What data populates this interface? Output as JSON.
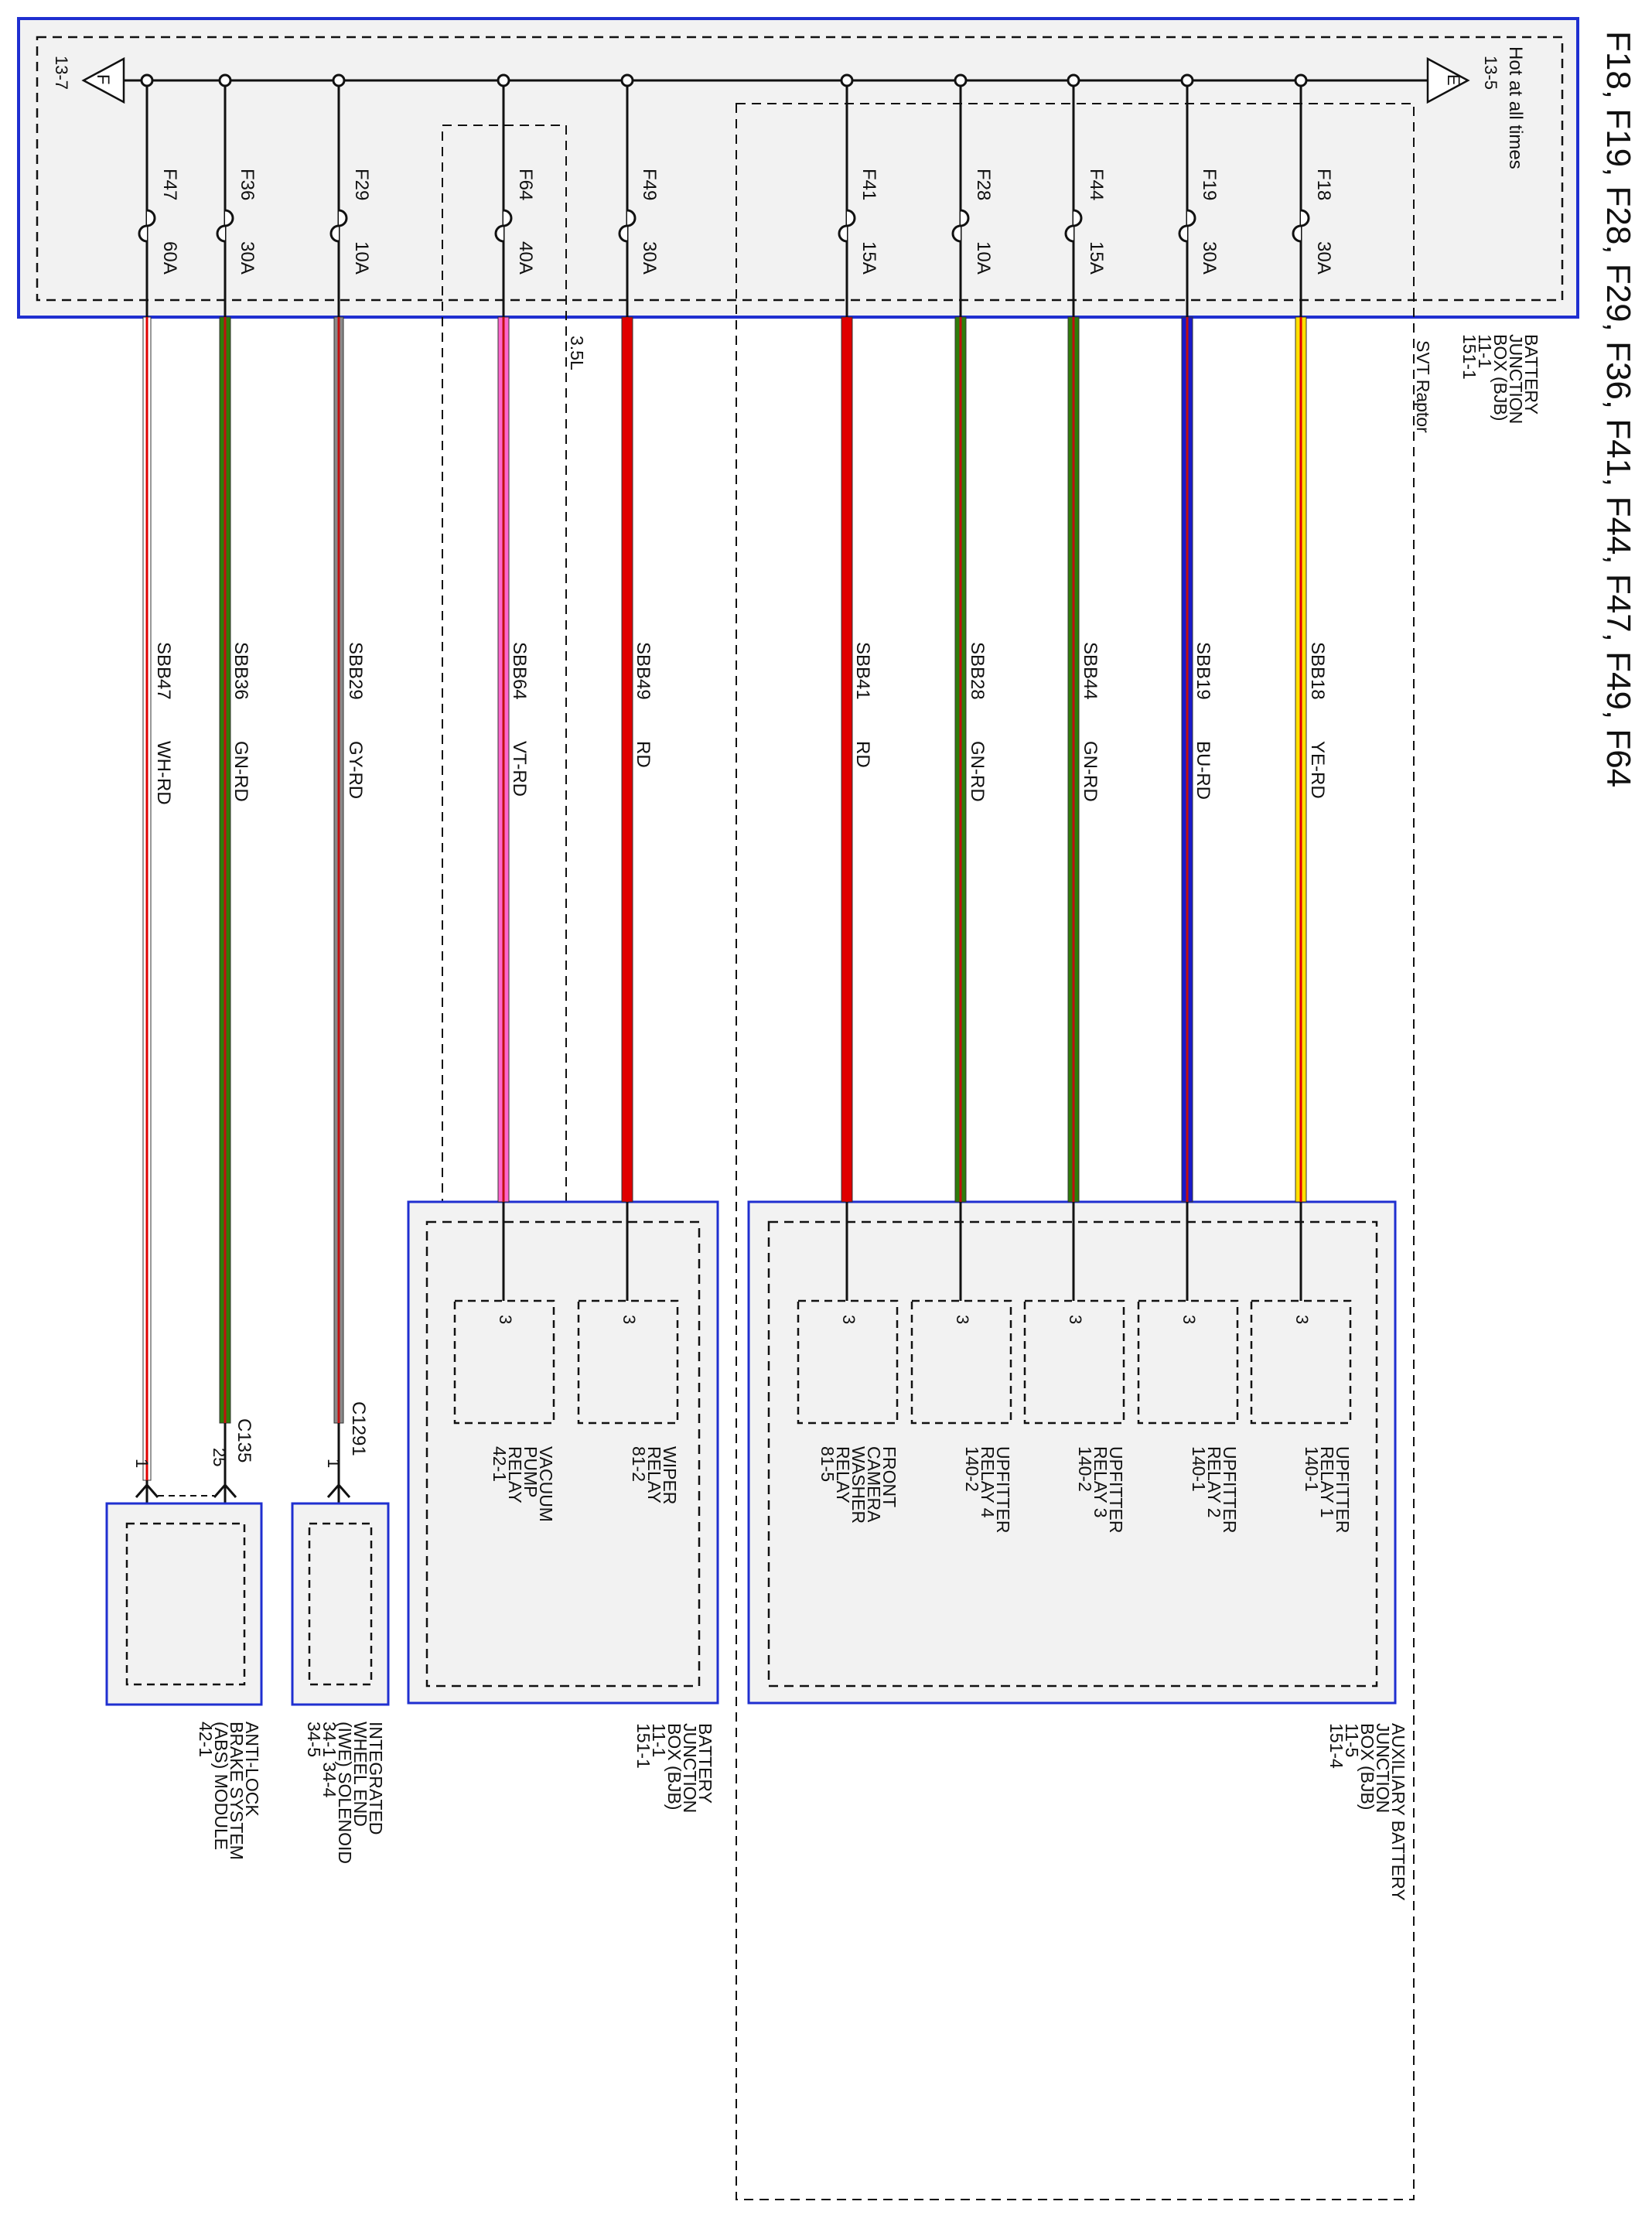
{
  "title": "F18, F19, F28, F29, F36, F41, F44, F47, F49, F64",
  "hot_label": "Hot at all times",
  "bjb_top": {
    "lines": [
      "BATTERY",
      "JUNCTION",
      "BOX (BJB)",
      "11-1",
      "151-1"
    ]
  },
  "svt_raptor_label": "SVT Raptor",
  "engine_3_5l_label": "3.5L",
  "ground_left": {
    "letter": "F",
    "ref": "13-7"
  },
  "ground_right": {
    "letter": "E",
    "ref": "13-5"
  },
  "circuits": [
    {
      "fuse": "F47",
      "amps": "60A",
      "circuit": "SBB47",
      "color_code": "WH-RD",
      "wire_colors": [
        "#ffffff",
        "#e00000"
      ]
    },
    {
      "fuse": "F36",
      "amps": "30A",
      "circuit": "SBB36",
      "color_code": "GN-RD",
      "wire_colors": [
        "#2e7d0a",
        "#c01010"
      ]
    },
    {
      "fuse": "F29",
      "amps": "10A",
      "circuit": "SBB29",
      "color_code": "GY-RD",
      "wire_colors": [
        "#8a8a8a",
        "#c01010"
      ]
    },
    {
      "fuse": "F64",
      "amps": "40A",
      "circuit": "SBB64",
      "color_code": "VT-RD",
      "wire_colors": [
        "#ff66cc",
        "#c01010"
      ]
    },
    {
      "fuse": "F49",
      "amps": "30A",
      "circuit": "SBB49",
      "color_code": "RD",
      "wire_colors": [
        "#e00000",
        "#e00000"
      ]
    },
    {
      "fuse": "F41",
      "amps": "15A",
      "circuit": "SBB41",
      "color_code": "RD",
      "wire_colors": [
        "#e00000",
        "#e00000"
      ]
    },
    {
      "fuse": "F28",
      "amps": "10A",
      "circuit": "SBB28",
      "color_code": "GN-RD",
      "wire_colors": [
        "#2e7d0a",
        "#c01010"
      ]
    },
    {
      "fuse": "F44",
      "amps": "15A",
      "circuit": "SBB44",
      "color_code": "GN-RD",
      "wire_colors": [
        "#2e7d0a",
        "#c01010"
      ]
    },
    {
      "fuse": "F19",
      "amps": "30A",
      "circuit": "SBB19",
      "color_code": "BU-RD",
      "wire_colors": [
        "#1a1acc",
        "#c01010"
      ]
    },
    {
      "fuse": "F18",
      "amps": "30A",
      "circuit": "SBB18",
      "color_code": "YE-RD",
      "wire_colors": [
        "#ffe000",
        "#e00000"
      ]
    }
  ],
  "relays": [
    {
      "pin": "3",
      "lines": [
        "VACUUM",
        "PUMP",
        "RELAY",
        "42-1"
      ]
    },
    {
      "pin": "3",
      "lines": [
        "WIPER",
        "RELAY",
        "81-2"
      ]
    },
    {
      "pin": "3",
      "lines": [
        "FRONT",
        "CAMERA",
        "WASHER",
        "RELAY",
        "81-5"
      ]
    },
    {
      "pin": "3",
      "lines": [
        "UPFITTER",
        "RELAY 4",
        "140-2"
      ]
    },
    {
      "pin": "3",
      "lines": [
        "UPFITTER",
        "RELAY 3",
        "140-2"
      ]
    },
    {
      "pin": "3",
      "lines": [
        "UPFITTER",
        "RELAY 2",
        "140-1"
      ]
    },
    {
      "pin": "3",
      "lines": [
        "UPFITTER",
        "RELAY 1",
        "140-1"
      ]
    }
  ],
  "bjb_bottom": {
    "lines": [
      "BATTERY",
      "JUNCTION",
      "BOX (BJB)",
      "11-1",
      "151-1"
    ]
  },
  "aux_bjb": {
    "lines": [
      "AUXILIARY BATTERY",
      "JUNCTION",
      "BOX (BJB)",
      "11-5",
      "151-4"
    ]
  },
  "connectors": {
    "c135": {
      "name": "C135",
      "pin_wh_rd": "1",
      "pin_gn_rd": "25"
    },
    "c1291": {
      "name": "C1291",
      "pin": "1"
    }
  },
  "components": {
    "abs": {
      "lines": [
        "ANTI-LOCK",
        "BRAKE SYSTEM",
        "(ABS) MODULE",
        "42-1"
      ]
    },
    "iwe": {
      "lines": [
        "INTEGRATED",
        "WHEEL END",
        "(IWE) SOLENOID",
        "34-1    34-4",
        "34-5"
      ]
    }
  },
  "colors": {
    "box_border": "#1f2fd0",
    "box_fill": "#f2f2f2",
    "line": "#111111"
  }
}
